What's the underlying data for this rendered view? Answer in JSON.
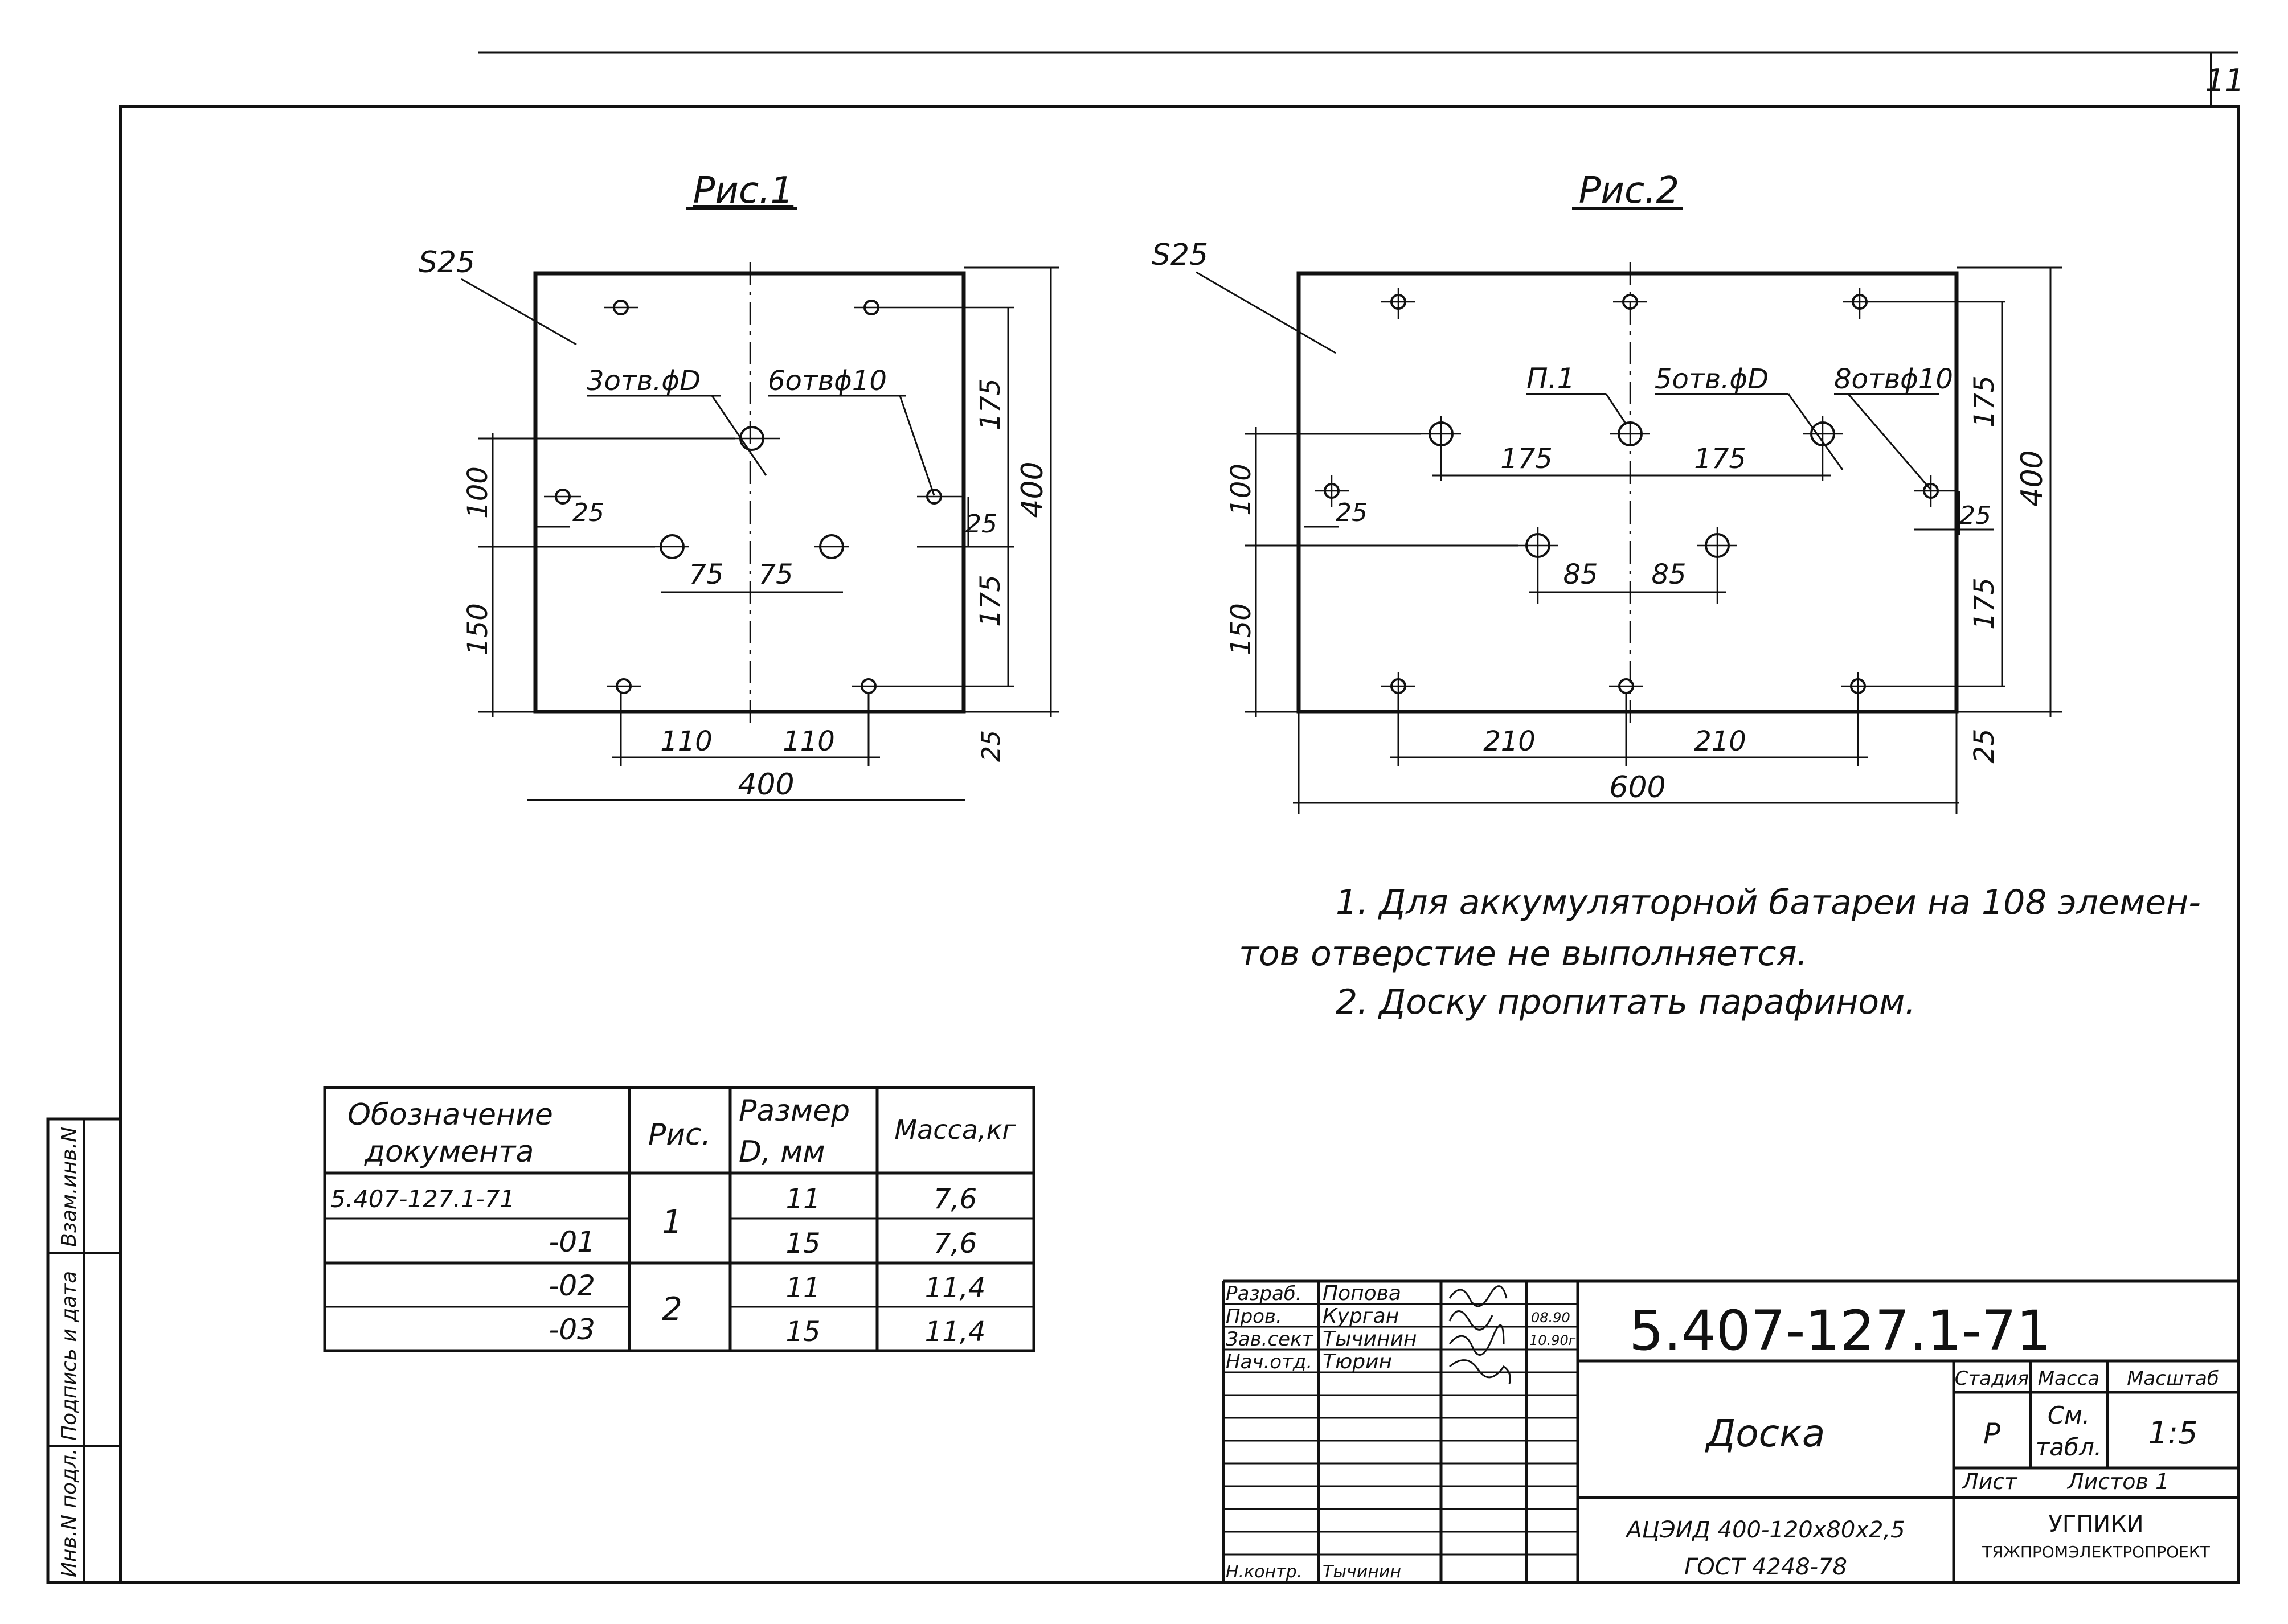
{
  "sheet_number": "11",
  "figure1": {
    "title": "Рис.1",
    "material": "S25",
    "holes_d": "3отв.ϕD",
    "holes_10": "6отвϕ10",
    "dim_175_top": "175",
    "dim_400_h": "400",
    "dim_100": "100",
    "dim_25_a": "25",
    "dim_25_b": "25",
    "dim_75_a": "75",
    "dim_75_b": "75",
    "dim_150": "150",
    "dim_175_bot": "175",
    "dim_110_a": "110",
    "dim_110_b": "110",
    "dim_25_c": "25",
    "dim_400_w": "400"
  },
  "figure2": {
    "title": "Рис.2",
    "material": "S25",
    "note_p1": "П.1",
    "holes_d": "5отв.ϕD",
    "holes_10": "8отвϕ10",
    "dim_175_top": "175",
    "dim_400_h": "400",
    "dim_100": "100",
    "dim_175_a": "175",
    "dim_175_b": "175",
    "dim_25_a": "25",
    "dim_25_b": "25",
    "dim_85_a": "85",
    "dim_85_b": "85",
    "dim_150": "150",
    "dim_175_bot": "175",
    "dim_210_a": "210",
    "dim_210_b": "210",
    "dim_25_c": "25",
    "dim_600_w": "600"
  },
  "notes": {
    "line1": "1. Для аккумуляторной батареи на 108 элемен-",
    "line2": "тов отверстие не выполняется.",
    "line3": "2. Доску пропитать парафином."
  },
  "spec_table": {
    "headers": {
      "col1_l1": "Обозначение",
      "col1_l2": "документа",
      "col2": "Рис.",
      "col3_l1": "Размер",
      "col3_l2": "D, мм",
      "col4": "Масса,кг"
    },
    "rows": [
      {
        "designation": "5.407-127.1-71",
        "fig": "1",
        "size": "11",
        "mass": "7,6"
      },
      {
        "designation": "-01",
        "fig": "",
        "size": "15",
        "mass": "7,6"
      },
      {
        "designation": "-02",
        "fig": "2",
        "size": "11",
        "mass": "11,4"
      },
      {
        "designation": "-03",
        "fig": "",
        "size": "15",
        "mass": "11,4"
      }
    ]
  },
  "title_block": {
    "doc_code": "5.407-127.1-71",
    "name": "Доска",
    "material_l1": "АЦЭИД 400-120х80х2,5",
    "material_l2": "ГОСТ 4248-78",
    "roles": [
      {
        "role": "Разраб.",
        "name": "Попова",
        "date": ""
      },
      {
        "role": "Пров.",
        "name": "Курган",
        "date": "08.90"
      },
      {
        "role": "Зав.сект",
        "name": "Тычинин",
        "date": "10.90г."
      },
      {
        "role": "Нач.отд.",
        "name": "Тюрин",
        "date": ""
      },
      {
        "role": "Н.контр.",
        "name": "Тычинин",
        "date": ""
      }
    ],
    "stage_label": "Стадия",
    "mass_label": "Масса",
    "scale_label": "Масштаб",
    "stage_value": "Р",
    "mass_value_l1": "См.",
    "mass_value_l2": "табл.",
    "scale_value": "1:5",
    "sheet_label": "Лист",
    "sheets_label": "Листов 1",
    "org_l1": "УГПИКИ",
    "org_l2": "ТЯЖПРОМЭЛЕКТРОПРОЕКТ"
  },
  "side_stamp": {
    "inv_orig": "Инв.N подл.",
    "sign_date": "Подпись и дата",
    "replace_inv": "Взам.инв.N"
  }
}
